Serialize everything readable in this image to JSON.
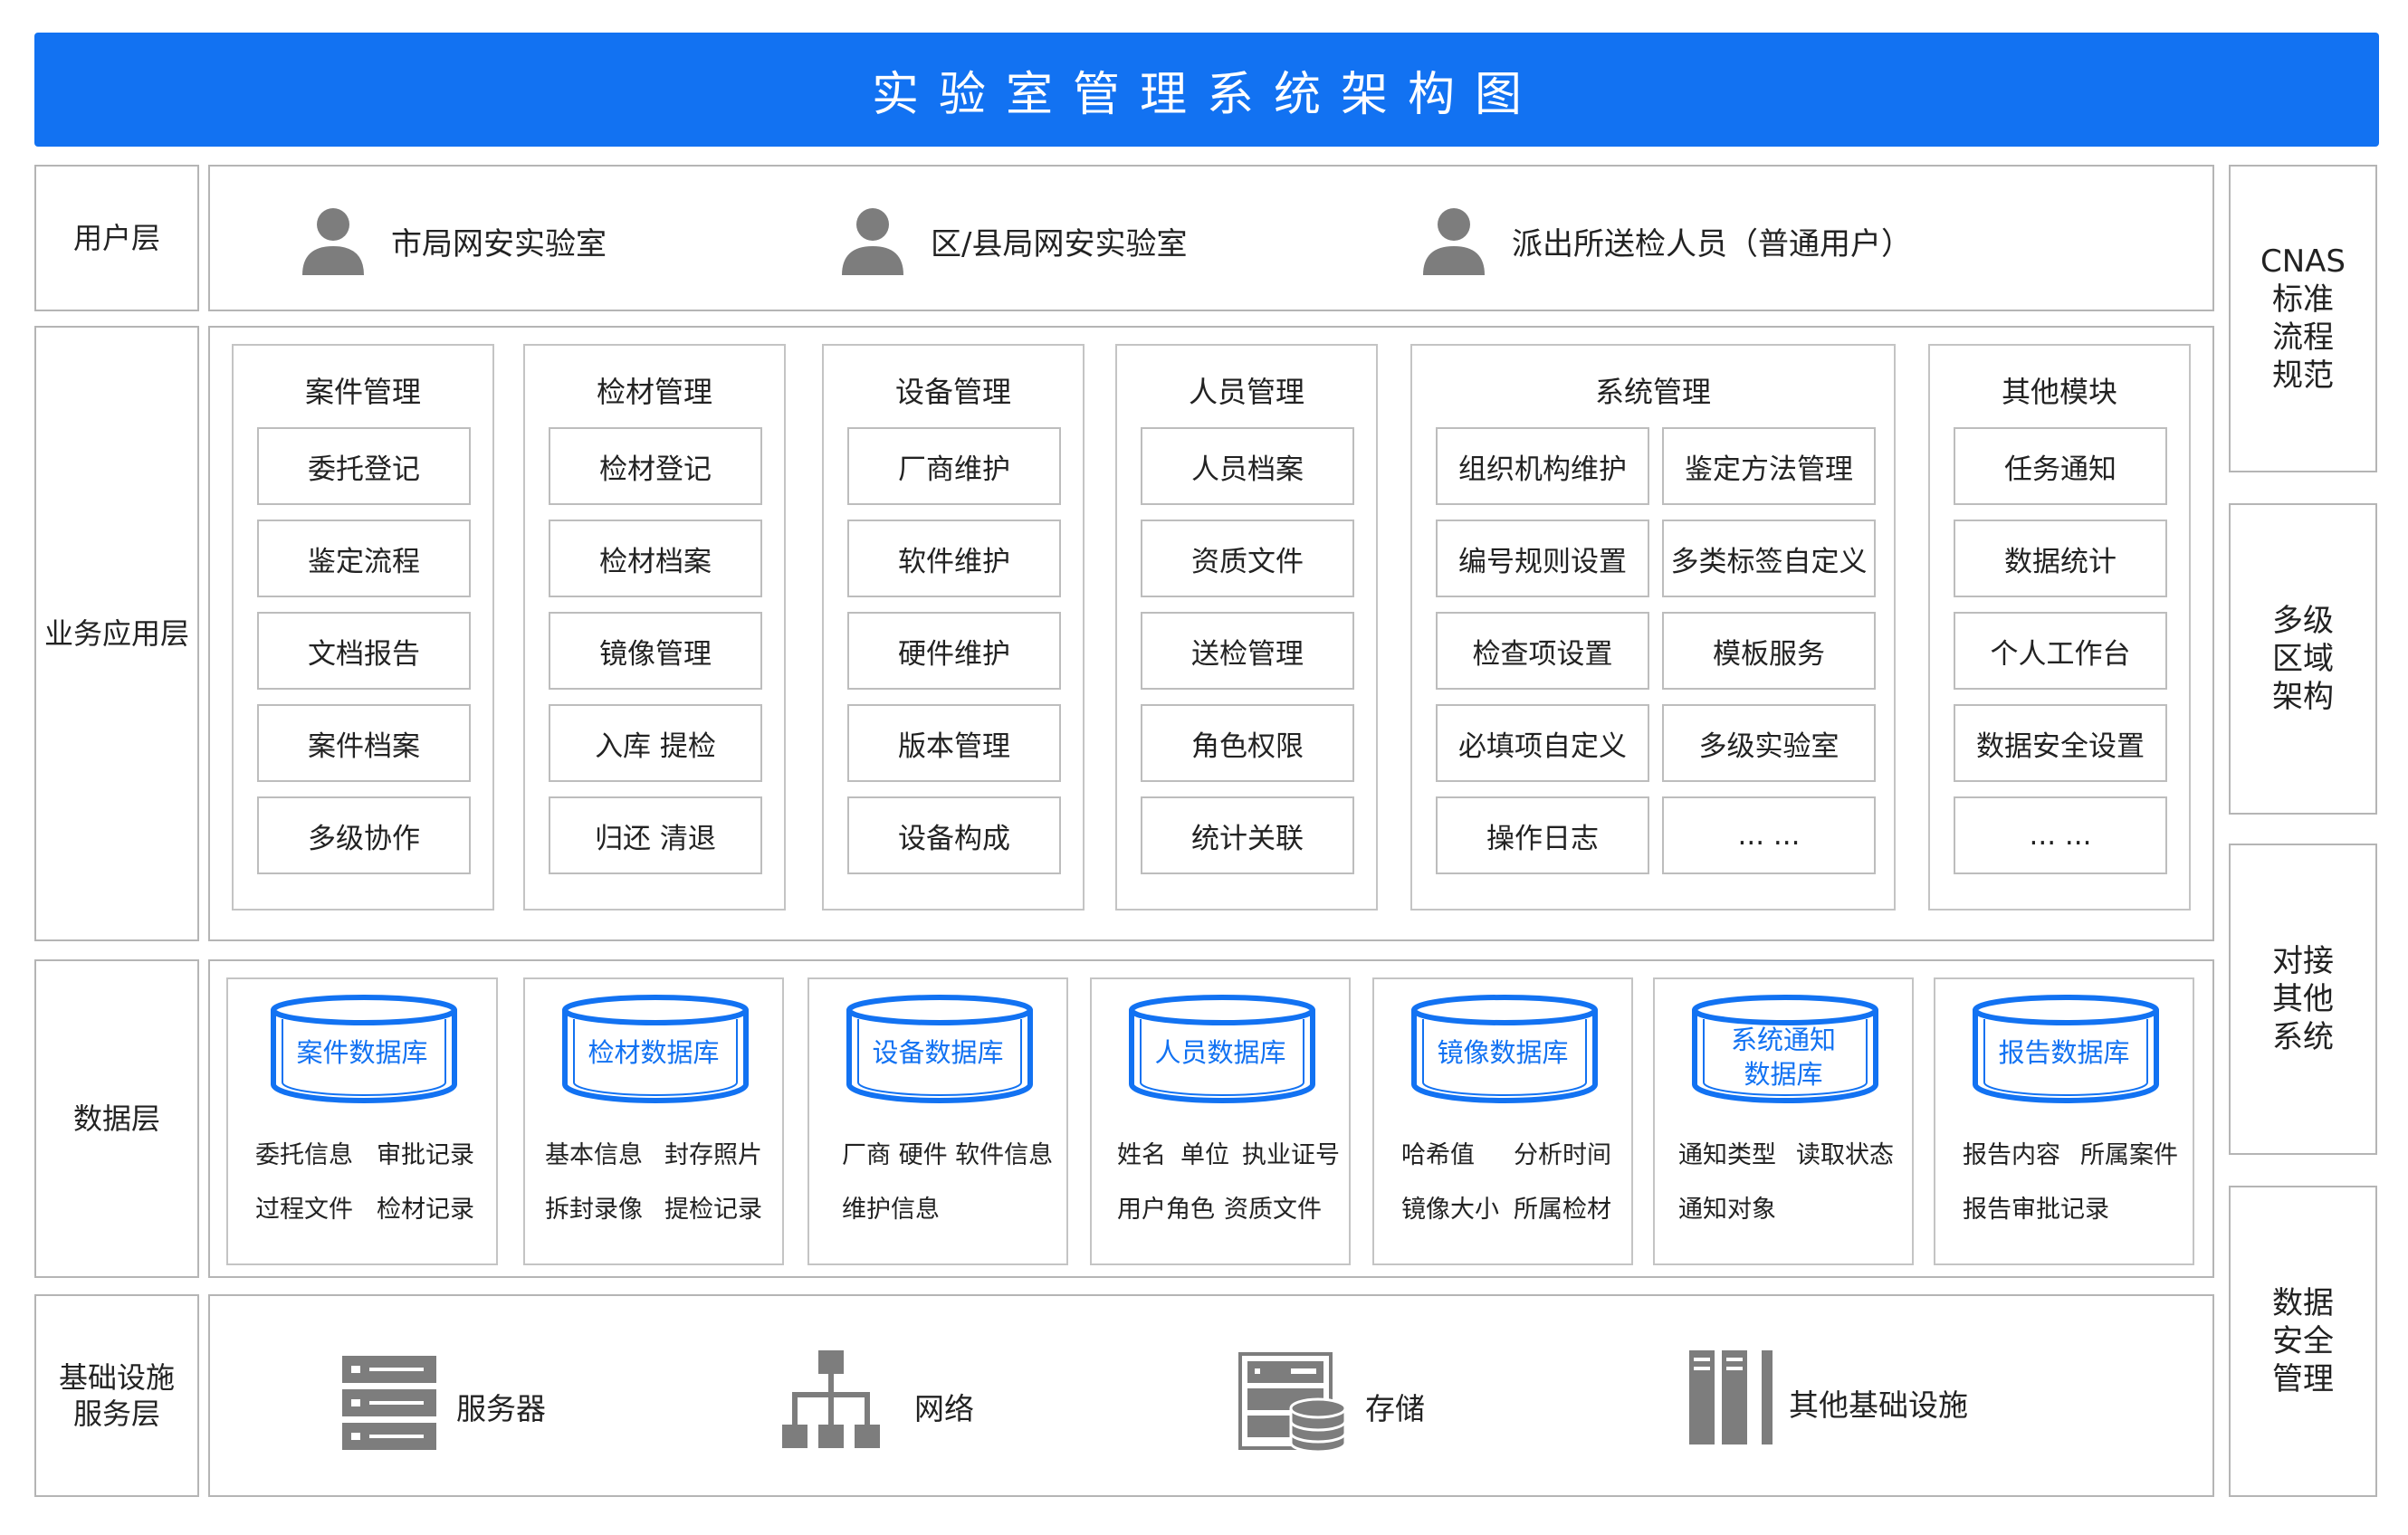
{
  "title": "实验室管理系统架构图",
  "layers": {
    "user": "用户层",
    "business": "业务应用层",
    "data": "数据层",
    "infra": "基础设施\n服务层"
  },
  "users": [
    "市局网安实验室",
    "区/县局网安实验室",
    "派出所送检人员（普通用户）"
  ],
  "modules": [
    {
      "title": "案件管理",
      "items": [
        "委托登记",
        "鉴定流程",
        "文档报告",
        "案件档案",
        "多级协作"
      ]
    },
    {
      "title": "检材管理",
      "items": [
        "检材登记",
        "检材档案",
        "镜像管理",
        "入库 提检",
        "归还 清退"
      ]
    },
    {
      "title": "设备管理",
      "items": [
        "厂商维护",
        "软件维护",
        "硬件维护",
        "版本管理",
        "设备构成"
      ]
    },
    {
      "title": "人员管理",
      "items": [
        "人员档案",
        "资质文件",
        "送检管理",
        "角色权限",
        "统计关联"
      ]
    },
    {
      "title": "系统管理",
      "items": [
        "组织机构维护",
        "鉴定方法管理",
        "编号规则设置",
        "多类标签自定义",
        "检查项设置",
        "模板服务",
        "必填项自定义",
        "多级实验室",
        "操作日志",
        "... ..."
      ]
    },
    {
      "title": "其他模块",
      "items": [
        "任务通知",
        "数据统计",
        "个人工作台",
        "数据安全设置",
        "... ..."
      ]
    }
  ],
  "databases": [
    {
      "name": "案件数据库",
      "fields": [
        [
          "委托信息",
          "审批记录"
        ],
        [
          "过程文件",
          "检材记录"
        ]
      ]
    },
    {
      "name": "检材数据库",
      "fields": [
        [
          "基本信息",
          "封存照片"
        ],
        [
          "拆封录像",
          "提检记录"
        ]
      ]
    },
    {
      "name": "设备数据库",
      "fields": [
        [
          "厂商 硬件 软件信息"
        ],
        [
          "维护信息"
        ]
      ]
    },
    {
      "name": "人员数据库",
      "fields": [
        [
          "姓名",
          "单位",
          "执业证号"
        ],
        [
          "用户角色",
          "资质文件"
        ]
      ]
    },
    {
      "name": "镜像数据库",
      "fields": [
        [
          "哈希值",
          "分析时间"
        ],
        [
          "镜像大小",
          "所属检材"
        ]
      ]
    },
    {
      "name": "系统通知\n数据库",
      "fields": [
        [
          "通知类型",
          "读取状态"
        ],
        [
          "通知对象"
        ]
      ]
    },
    {
      "name": "报告数据库",
      "fields": [
        [
          "报告内容",
          "所属案件"
        ],
        [
          "报告审批记录"
        ]
      ]
    }
  ],
  "infra": [
    "服务器",
    "网络",
    "存储",
    "其他基础设施"
  ],
  "side": [
    "CNAS\n标准\n流程\n规范",
    "多级\n区域\n架构",
    "对接\n其他\n系统",
    "数据\n安全\n管理"
  ],
  "colors": {
    "accent": "#1272f2",
    "icon_gray": "#7d7d7d",
    "border": "#b5b5b5"
  }
}
